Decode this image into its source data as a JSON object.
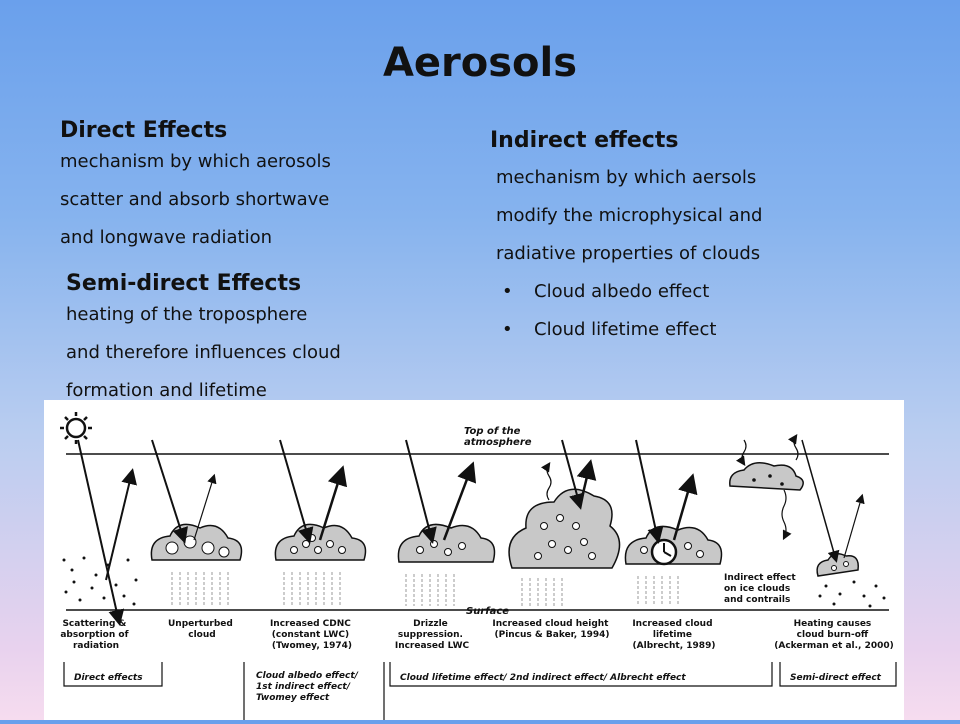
{
  "title": "Aerosols",
  "direct": {
    "heading": "Direct Effects",
    "lines": [
      "mechanism by which aerosols",
      "scatter and absorb shortwave",
      "and longwave radiation"
    ]
  },
  "semi_direct": {
    "heading": "Semi-direct Effects",
    "lines": [
      "heating of the troposphere",
      "and therefore influences cloud",
      "formation and lifetime"
    ]
  },
  "indirect": {
    "heading": "Indirect effects",
    "lines": [
      "mechanism by which aersols",
      "modify the microphysical and",
      "radiative properties of clouds"
    ],
    "bullets": [
      "Cloud albedo effect",
      "Cloud lifetime effect"
    ]
  },
  "diagram": {
    "top_label": [
      "Top of the",
      "atmosphere"
    ],
    "surface_label": "Surface",
    "panels": [
      [
        "Scattering &",
        "absorption of",
        "radiation"
      ],
      [
        "Unperturbed",
        "cloud"
      ],
      [
        "Increased CDNC",
        "(constant LWC)",
        "(Twomey, 1974)"
      ],
      [
        "Drizzle",
        "suppression.",
        "Increased LWC"
      ],
      [
        "Increased cloud height",
        "(Pincus & Baker, 1994)"
      ],
      [
        "Increased cloud",
        "lifetime",
        "(Albrecht, 1989)"
      ],
      [
        "Heating causes",
        "cloud  burn-off",
        "(Ackerman et al., 2000)"
      ]
    ],
    "ice_label": [
      "Indirect effect",
      "on ice clouds",
      "and contrails"
    ],
    "categories": {
      "direct": "Direct effects",
      "albedo": [
        "Cloud albedo effect/",
        "1st indirect effect/",
        "Twomey effect"
      ],
      "lifetime": "Cloud lifetime effect/ 2nd indirect effect/ Albrecht effect",
      "semi": "Semi-direct effect"
    }
  }
}
